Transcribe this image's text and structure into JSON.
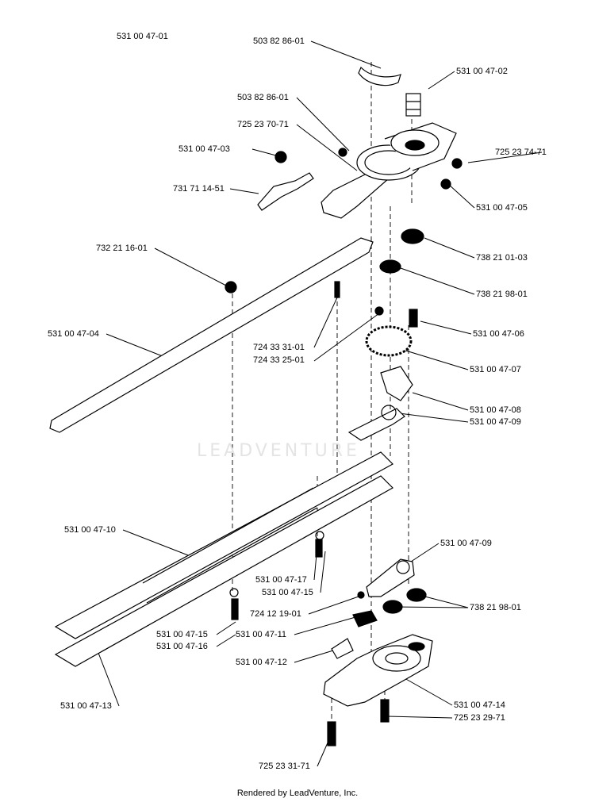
{
  "diagram_title": "531 00 47-01",
  "watermark": "LEADVENTURE",
  "footer": "Rendered by LeadVenture, Inc.",
  "part_labels": [
    "503 82 86-01",
    "531 00 47-02",
    "503 82 86-01",
    "725 23 70-71",
    "531 00 47-03",
    "725 23 74-71",
    "731 71 14-51",
    "531 00 47-05",
    "732 21 16-01",
    "738 21 01-03",
    "738 21 98-01",
    "531 00 47-04",
    "531 00 47-06",
    "724 33 31-01",
    "724 33 25-01",
    "531 00 47-07",
    "531 00 47-08",
    "531 00 47-09",
    "531 00 47-10",
    "531 00 47-09",
    "531 00 47-17",
    "531 00 47-15",
    "724 12 19-01",
    "738 21 98-01",
    "531 00 47-11",
    "531 00 47-15",
    "531 00 47-16",
    "531 00 47-12",
    "531 00 47-14",
    "725 23 29-71",
    "531 00 47-13",
    "725 23 31-71"
  ]
}
